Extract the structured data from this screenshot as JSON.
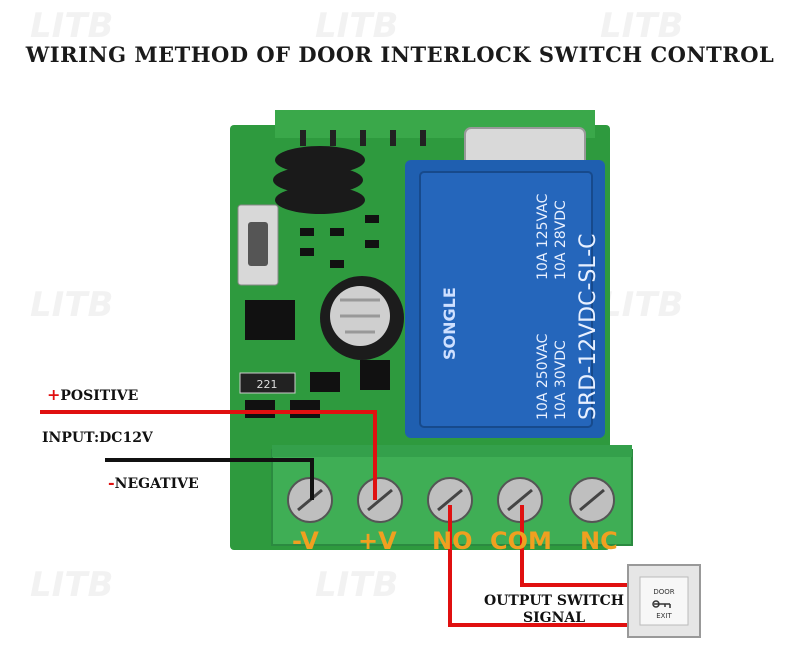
{
  "title": "WIRING METHOD OF DOOR INTERLOCK SWITCH CONTROL",
  "watermark": "LITB",
  "labels": {
    "positive_sign": "+",
    "positive": "POSITIVE",
    "input": "INPUT:DC12V",
    "negative_sign": "-",
    "negative": "NEGATIVE",
    "output_line1": "OUTPUT SWITCH",
    "output_line2": "SIGNAL"
  },
  "terminals": [
    "-V",
    "+V",
    "NO",
    "COM",
    "NC"
  ],
  "relay": {
    "brand": "SONGLE",
    "model": "SRD-12VDC-SL-C",
    "ratings_left": [
      "10A 250VAC",
      "10A 30VDC"
    ],
    "ratings_mid": [
      "10A 125VAC",
      "10A 28VDC"
    ],
    "ratings_mid2": [
      "10A 250VAC 10A 30VDC"
    ]
  },
  "resistor_code": "221",
  "exit_button": {
    "line1": "DOOR",
    "line2": "EXIT"
  },
  "colors": {
    "pcb": "#2e9a3e",
    "relay": "#1f5fb0",
    "terminal_block": "#3fae55",
    "wire_positive": "#e01010",
    "wire_negative": "#111111",
    "terminal_label": "#f0a020"
  }
}
